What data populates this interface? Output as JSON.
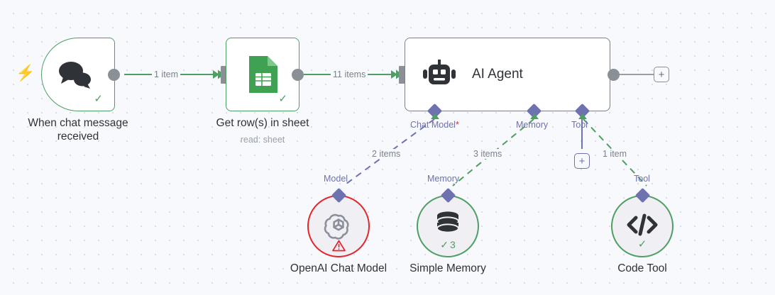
{
  "canvas": {
    "background": "#f7f9fc",
    "grid_dot_color": "#d9dde6",
    "accent_green": "#4f9e63",
    "accent_violet": "#6e72ae",
    "accent_red": "#e4262b",
    "accent_coral": "#ef6f56",
    "port_gray": "#8b9096"
  },
  "nodes": {
    "trigger": {
      "caption": "When chat message\nreceived",
      "icon": "chat-bubbles-icon",
      "status_icon": "check-icon",
      "trigger_icon": "lightning-bolt-icon"
    },
    "sheets": {
      "caption": "Get row(s) in sheet",
      "subcaption": "read: sheet",
      "icon": "google-sheets-icon",
      "status_icon": "check-icon"
    },
    "agent": {
      "caption": "AI Agent",
      "icon": "robot-icon",
      "sub_ports": [
        {
          "label": "Chat Model",
          "required": "*",
          "name": "chat-model"
        },
        {
          "label": "Memory",
          "required": "",
          "name": "memory"
        },
        {
          "label": "Tool",
          "required": "",
          "name": "tool"
        }
      ]
    },
    "openai": {
      "caption": "OpenAI Chat Model",
      "port_label": "Model",
      "icon": "openai-icon",
      "status_icon": "warning-triangle-icon",
      "state": "error"
    },
    "memory": {
      "caption": "Simple Memory",
      "port_label": "Memory",
      "icon": "database-icon",
      "status_icon": "check-icon",
      "item_count": "3"
    },
    "codetool": {
      "caption": "Code Tool",
      "port_label": "Tool",
      "icon": "code-brackets-icon",
      "status_icon": "check-icon"
    }
  },
  "edges": {
    "trigger_to_sheets": "1 item",
    "sheets_to_agent": "11 items",
    "agent_to_model": "2 items",
    "agent_to_memory": "3 items",
    "agent_to_tool": "1 item"
  },
  "buttons": {
    "add_after_agent": "+",
    "add_tool": "+"
  }
}
